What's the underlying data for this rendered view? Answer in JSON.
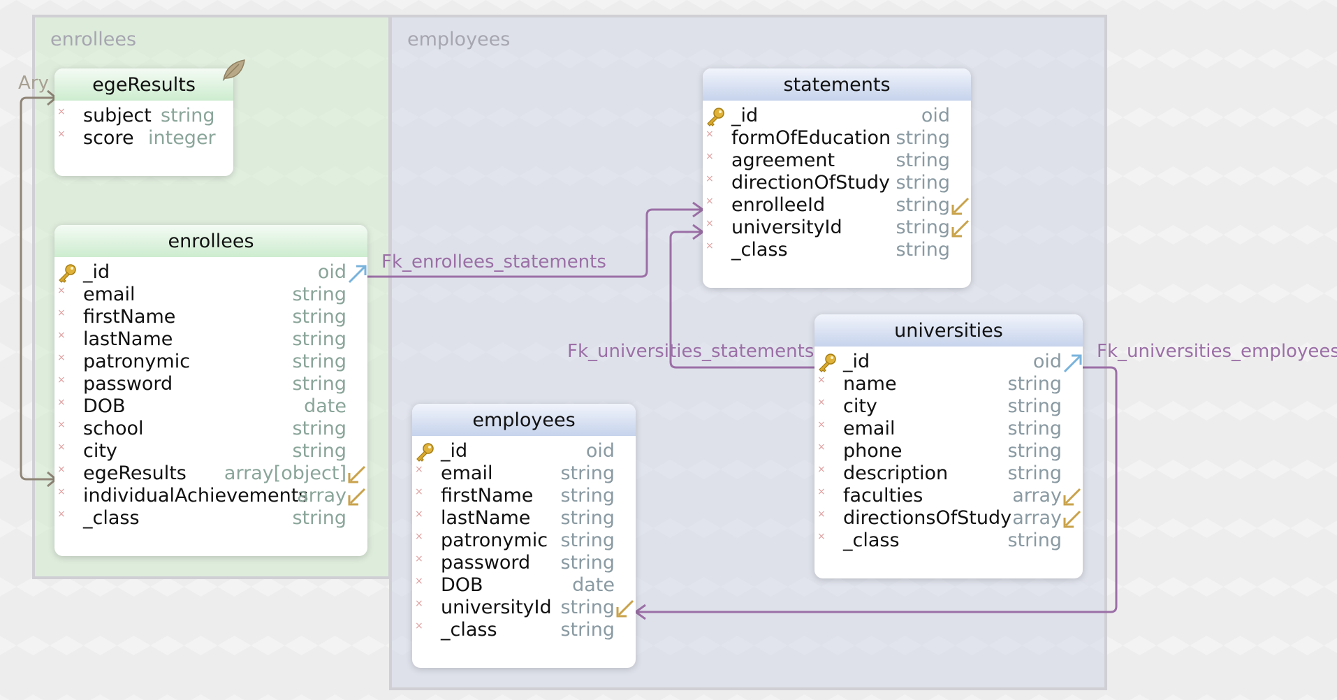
{
  "groups": {
    "enrollees": {
      "label": "enrollees"
    },
    "employees": {
      "label": "employees"
    }
  },
  "colors": {
    "relation_line": "#9b6fa6",
    "array_line": "#8f8576",
    "green_header": "#cdeccf",
    "blue_header": "#c6d3ec"
  },
  "entities": {
    "egeResults": {
      "name": "egeResults",
      "fields": [
        {
          "name": "subject",
          "type": "string"
        },
        {
          "name": "score",
          "type": "integer"
        }
      ]
    },
    "enrollees": {
      "name": "enrollees",
      "fields": [
        {
          "name": "_id",
          "type": "oid"
        },
        {
          "name": "email",
          "type": "string"
        },
        {
          "name": "firstName",
          "type": "string"
        },
        {
          "name": "lastName",
          "type": "string"
        },
        {
          "name": "patronymic",
          "type": "string"
        },
        {
          "name": "password",
          "type": "string"
        },
        {
          "name": "DOB",
          "type": "date"
        },
        {
          "name": "school",
          "type": "string"
        },
        {
          "name": "city",
          "type": "string"
        },
        {
          "name": "egeResults",
          "type": "array[object]"
        },
        {
          "name": "individualAchievements",
          "type": "array"
        },
        {
          "name": "_class",
          "type": "string"
        }
      ]
    },
    "statements": {
      "name": "statements",
      "fields": [
        {
          "name": "_id",
          "type": "oid"
        },
        {
          "name": "formOfEducation",
          "type": "string"
        },
        {
          "name": "agreement",
          "type": "string"
        },
        {
          "name": "directionOfStudy",
          "type": "string"
        },
        {
          "name": "enrolleeId",
          "type": "string"
        },
        {
          "name": "universityId",
          "type": "string"
        },
        {
          "name": "_class",
          "type": "string"
        }
      ]
    },
    "universities": {
      "name": "universities",
      "fields": [
        {
          "name": "_id",
          "type": "oid"
        },
        {
          "name": "name",
          "type": "string"
        },
        {
          "name": "city",
          "type": "string"
        },
        {
          "name": "email",
          "type": "string"
        },
        {
          "name": "phone",
          "type": "string"
        },
        {
          "name": "description",
          "type": "string"
        },
        {
          "name": "faculties",
          "type": "array"
        },
        {
          "name": "directionsOfStudy",
          "type": "array"
        },
        {
          "name": "_class",
          "type": "string"
        }
      ]
    },
    "employees": {
      "name": "employees",
      "fields": [
        {
          "name": "_id",
          "type": "oid"
        },
        {
          "name": "email",
          "type": "string"
        },
        {
          "name": "firstName",
          "type": "string"
        },
        {
          "name": "lastName",
          "type": "string"
        },
        {
          "name": "patronymic",
          "type": "string"
        },
        {
          "name": "password",
          "type": "string"
        },
        {
          "name": "DOB",
          "type": "date"
        },
        {
          "name": "universityId",
          "type": "string"
        },
        {
          "name": "_class",
          "type": "string"
        }
      ]
    }
  },
  "relations": {
    "enrollees_statements": "Fk_enrollees_statements",
    "universities_statements": "Fk_universities_statements",
    "universities_employees": "Fk_universities_employees",
    "array_link": "Ary"
  }
}
